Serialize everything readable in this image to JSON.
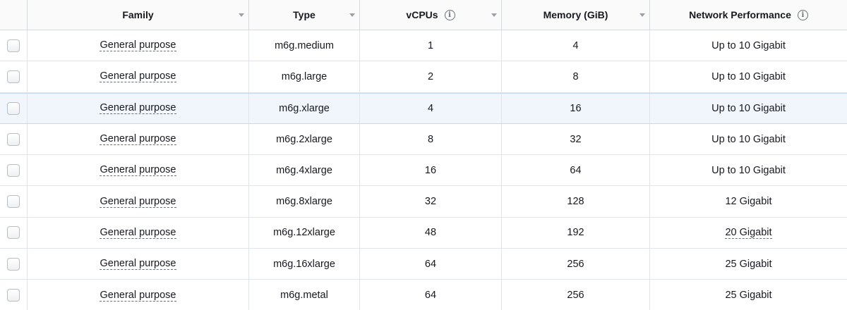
{
  "columns": [
    {
      "label": "Family"
    },
    {
      "label": "Type"
    },
    {
      "label": "vCPUs",
      "info_icon": "info-icon"
    },
    {
      "label": "Memory (GiB)"
    },
    {
      "label": "Network Performance",
      "info_icon": "info-icon"
    }
  ],
  "rows": [
    {
      "family": "General purpose",
      "type": "m6g.medium",
      "vcpus": "1",
      "memory": "4",
      "network": "Up to 10 Gigabit"
    },
    {
      "family": "General purpose",
      "type": "m6g.large",
      "vcpus": "2",
      "memory": "8",
      "network": "Up to 10 Gigabit"
    },
    {
      "family": "General purpose",
      "type": "m6g.xlarge",
      "vcpus": "4",
      "memory": "16",
      "network": "Up to 10 Gigabit"
    },
    {
      "family": "General purpose",
      "type": "m6g.2xlarge",
      "vcpus": "8",
      "memory": "32",
      "network": "Up to 10 Gigabit"
    },
    {
      "family": "General purpose",
      "type": "m6g.4xlarge",
      "vcpus": "16",
      "memory": "64",
      "network": "Up to 10 Gigabit"
    },
    {
      "family": "General purpose",
      "type": "m6g.8xlarge",
      "vcpus": "32",
      "memory": "128",
      "network": "12 Gigabit"
    },
    {
      "family": "General purpose",
      "type": "m6g.12xlarge",
      "vcpus": "48",
      "memory": "192",
      "network": "20 Gigabit"
    },
    {
      "family": "General purpose",
      "type": "m6g.16xlarge",
      "vcpus": "64",
      "memory": "256",
      "network": "25 Gigabit"
    },
    {
      "family": "General purpose",
      "type": "m6g.metal",
      "vcpus": "64",
      "memory": "256",
      "network": "25 Gigabit"
    }
  ],
  "highlighted_row_index": 2,
  "colors": {
    "header_bg": "#fafafa",
    "highlight_bg": "#f1f6fc",
    "border": "#e1e4e8",
    "text": "#16191f"
  }
}
